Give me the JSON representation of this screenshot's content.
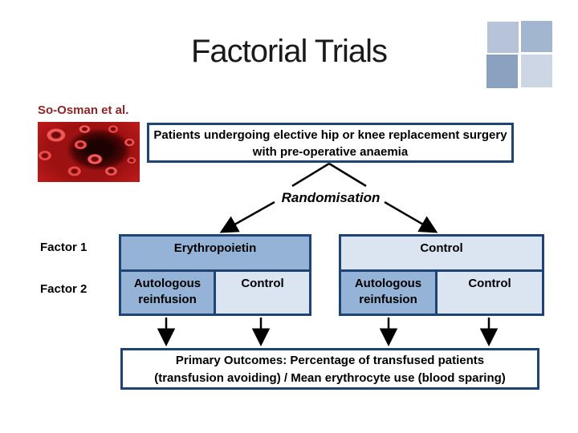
{
  "slide": {
    "title": "Factorial Trials",
    "citation": "So-Osman et al.",
    "population_box": "Patients undergoing elective hip or knee replacement surgery with pre-operative anaemia",
    "randomisation_label": "Randomisation",
    "factor1_label": "Factor 1",
    "factor2_label": "Factor 2",
    "arms": {
      "left": {
        "factor1": "Erythropoietin",
        "factor2": [
          "Autologous reinfusion",
          "Control"
        ]
      },
      "right": {
        "factor1": "Control",
        "factor2": [
          "Autologous reinfusion",
          "Control"
        ]
      }
    },
    "outcomes": {
      "line1": "Primary Outcomes: Percentage of transfused patients",
      "line2": "(transfusion avoiding) / Mean erythrocyte use (blood sparing)"
    },
    "colors": {
      "box_border": "#1f4373",
      "fill_medium": "#95b3d7",
      "fill_light": "#dbe5f1",
      "citation_text": "#8b2626",
      "logo_squares": [
        "#b6c3d8",
        "#a3b6cf",
        "#8ba1c0",
        "#cdd6e4"
      ]
    }
  }
}
